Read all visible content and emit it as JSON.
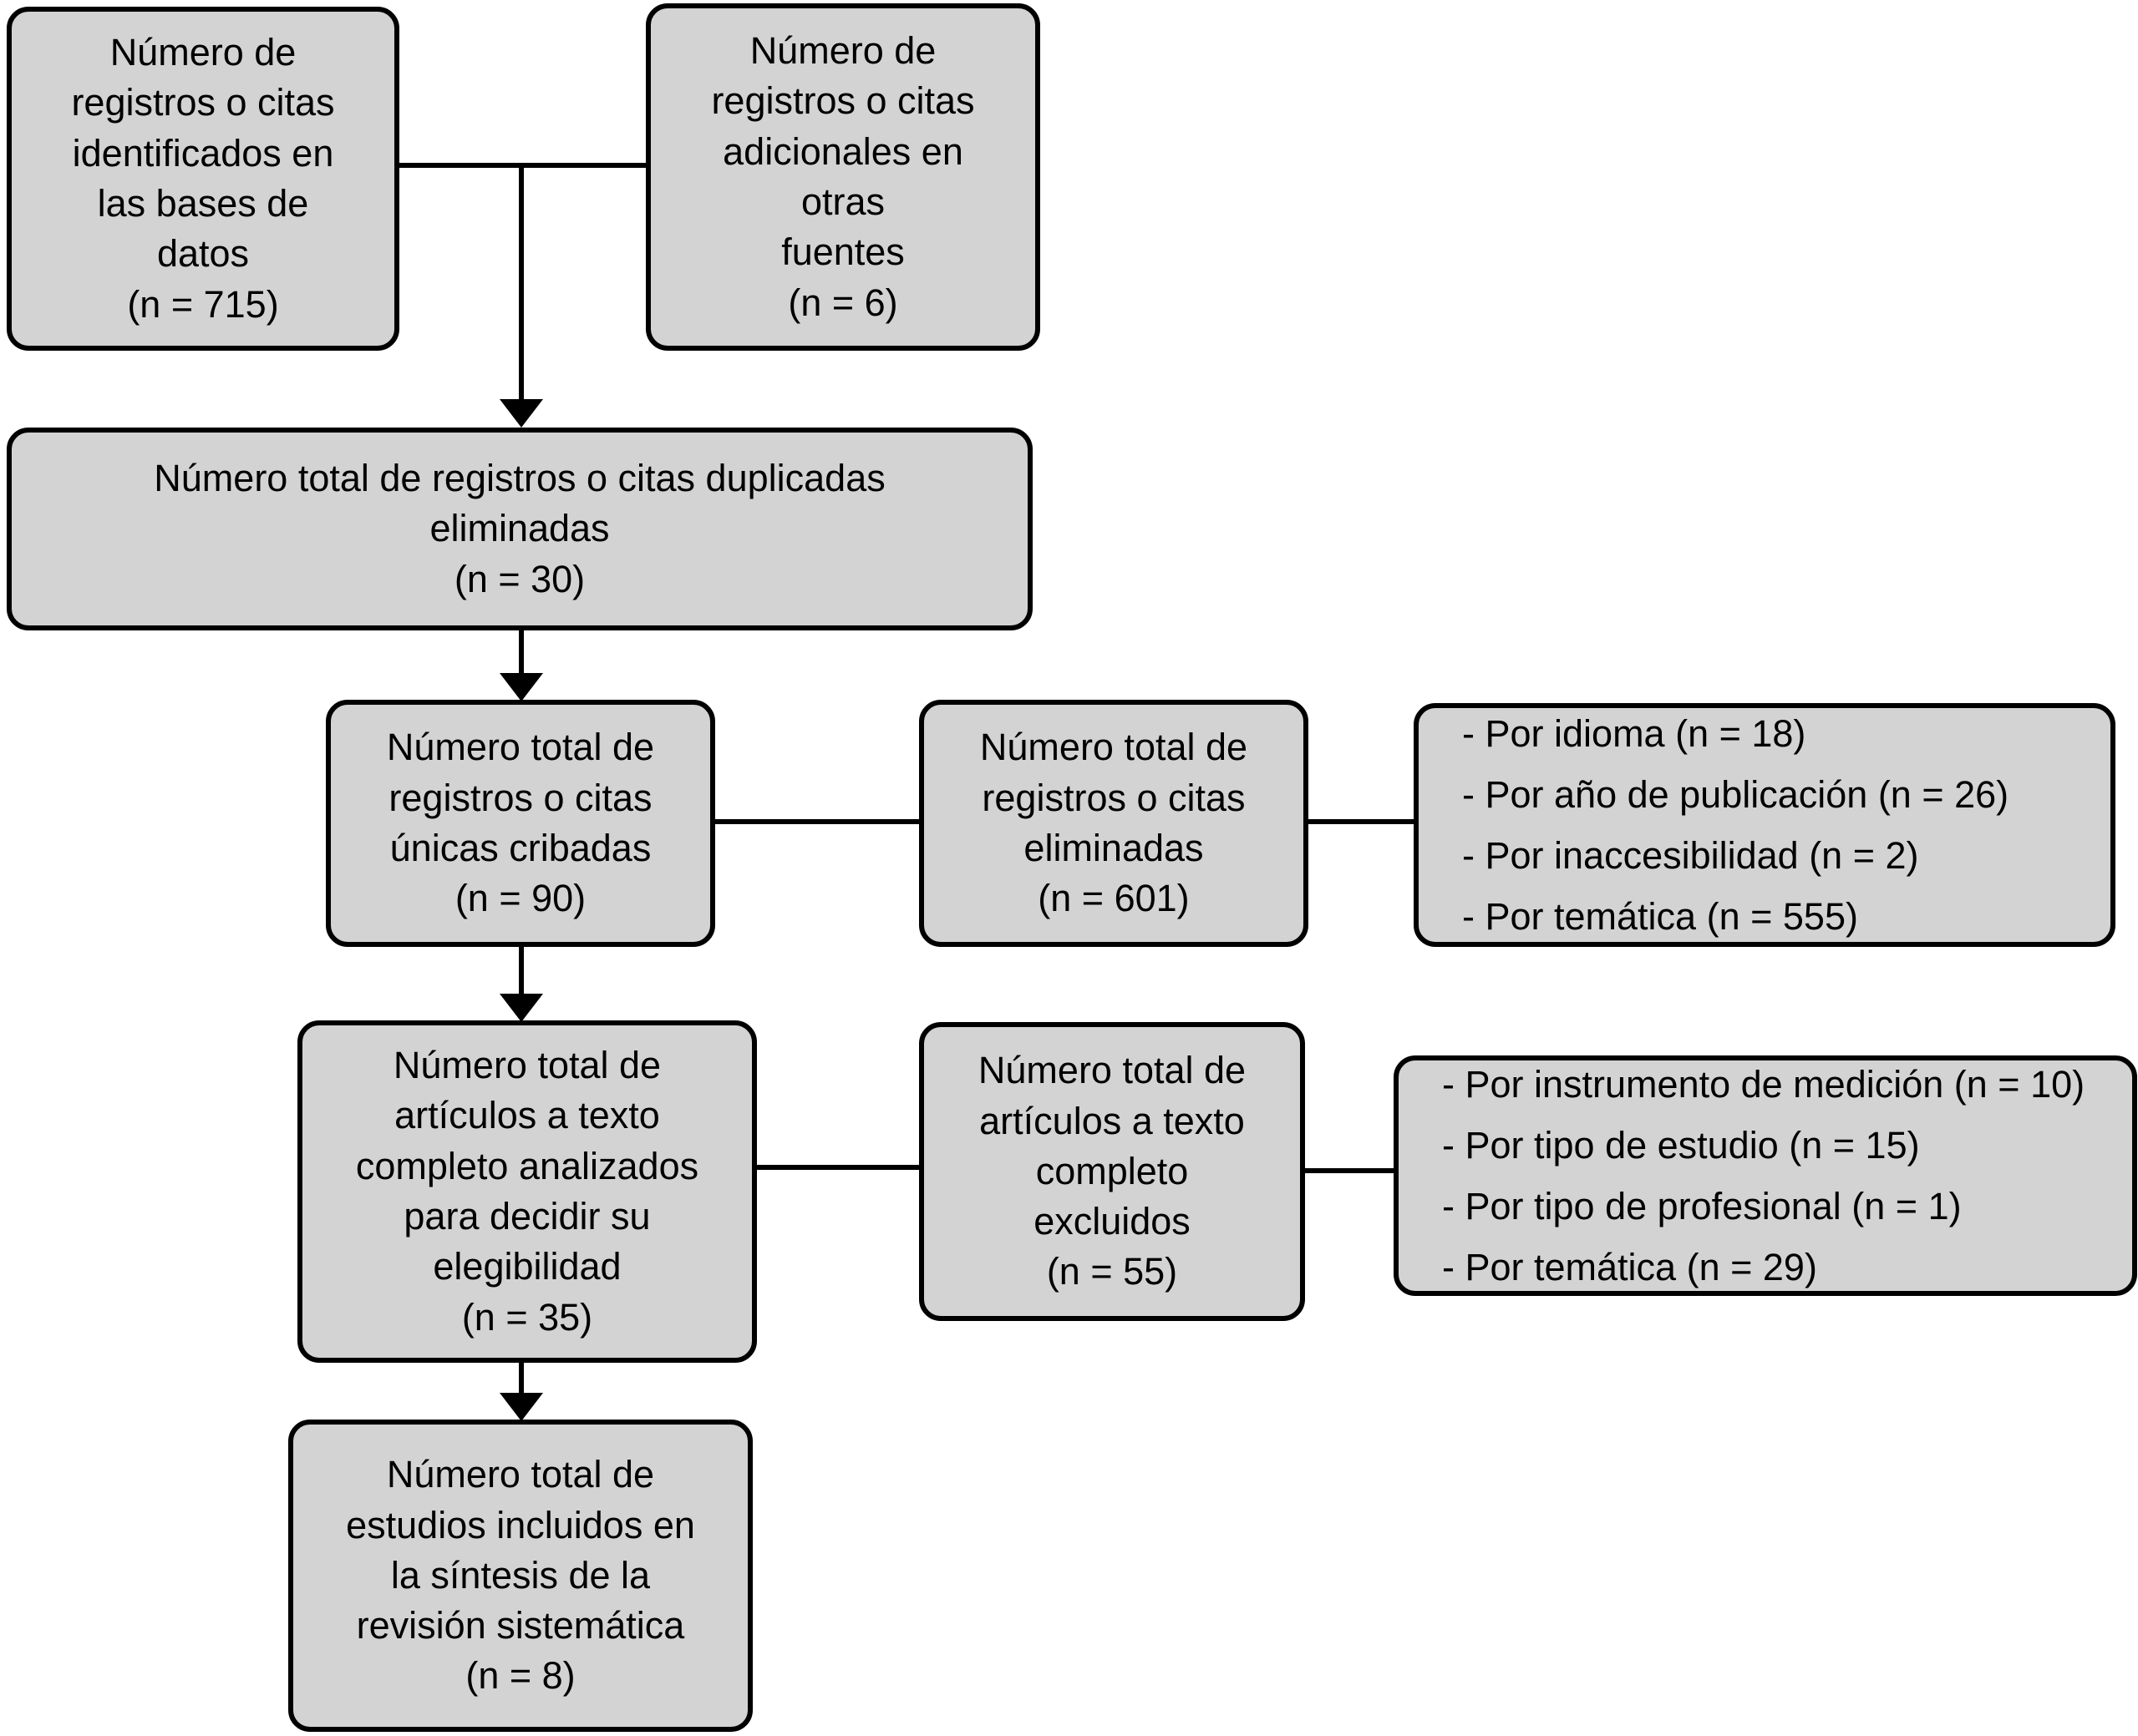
{
  "diagram": {
    "type": "flowchart-prisma",
    "language": "es",
    "colors": {
      "background": "#ffffff",
      "box_fill": "#d3d3d3",
      "box_border": "#000000",
      "connector": "#000000"
    },
    "nodes": {
      "identified": {
        "label": "Número de\nregistros o citas\nidentificados en\nlas bases de\ndatos\n(n = 715)",
        "n": 715
      },
      "additional": {
        "label": "Número de\nregistros o citas\nadicionales en\notras\nfuentes\n(n = 6)",
        "n": 6
      },
      "duplicates_removed": {
        "label": "Número total de registros o citas duplicadas\neliminadas\n(n = 30)",
        "n": 30
      },
      "unique_screened": {
        "label": "Número total de\nregistros o citas\núnicas cribadas\n(n = 90)",
        "n": 90
      },
      "records_excluded": {
        "label": "Número total de\nregistros o citas\neliminadas\n(n = 601)",
        "n": 601
      },
      "screening_exclusion_reasons": {
        "items": [
          "- Por idioma (n = 18)",
          "- Por año de publicación (n = 26)",
          "- Por inaccesibilidad (n = 2)",
          "- Por temática (n = 555)"
        ]
      },
      "fulltext_assessed": {
        "label": "Número total de\nartículos a texto\ncompleto analizados\npara decidir su\nelegibilidad\n(n = 35)",
        "n": 35
      },
      "fulltext_excluded": {
        "label": "Número total de\nartículos a texto\ncompleto\nexcluidos\n(n = 55)",
        "n": 55
      },
      "fulltext_exclusion_reasons": {
        "items": [
          "- Por instrumento de medición (n = 10)",
          "- Por tipo de estudio (n = 15)",
          "- Por tipo de profesional (n = 1)",
          "- Por temática (n = 29)"
        ]
      },
      "included": {
        "label": "Número total de\nestudios incluidos en\nla síntesis de la\nrevisión sistemática\n(n = 8)",
        "n": 8
      }
    }
  }
}
